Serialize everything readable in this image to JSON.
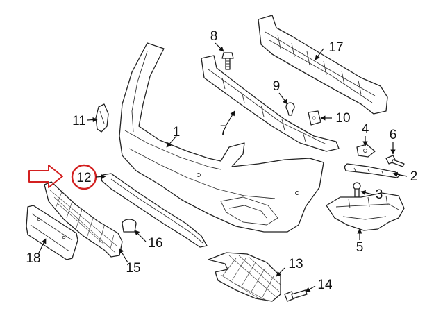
{
  "colors": {
    "ink": "#222222",
    "highlight": "#d32020",
    "background": "#ffffff"
  },
  "callouts": [
    "1",
    "2",
    "3",
    "4",
    "5",
    "6",
    "7",
    "8",
    "9",
    "10",
    "11",
    "12",
    "13",
    "14",
    "15",
    "16",
    "17",
    "18"
  ],
  "highlighted_callout": "12"
}
